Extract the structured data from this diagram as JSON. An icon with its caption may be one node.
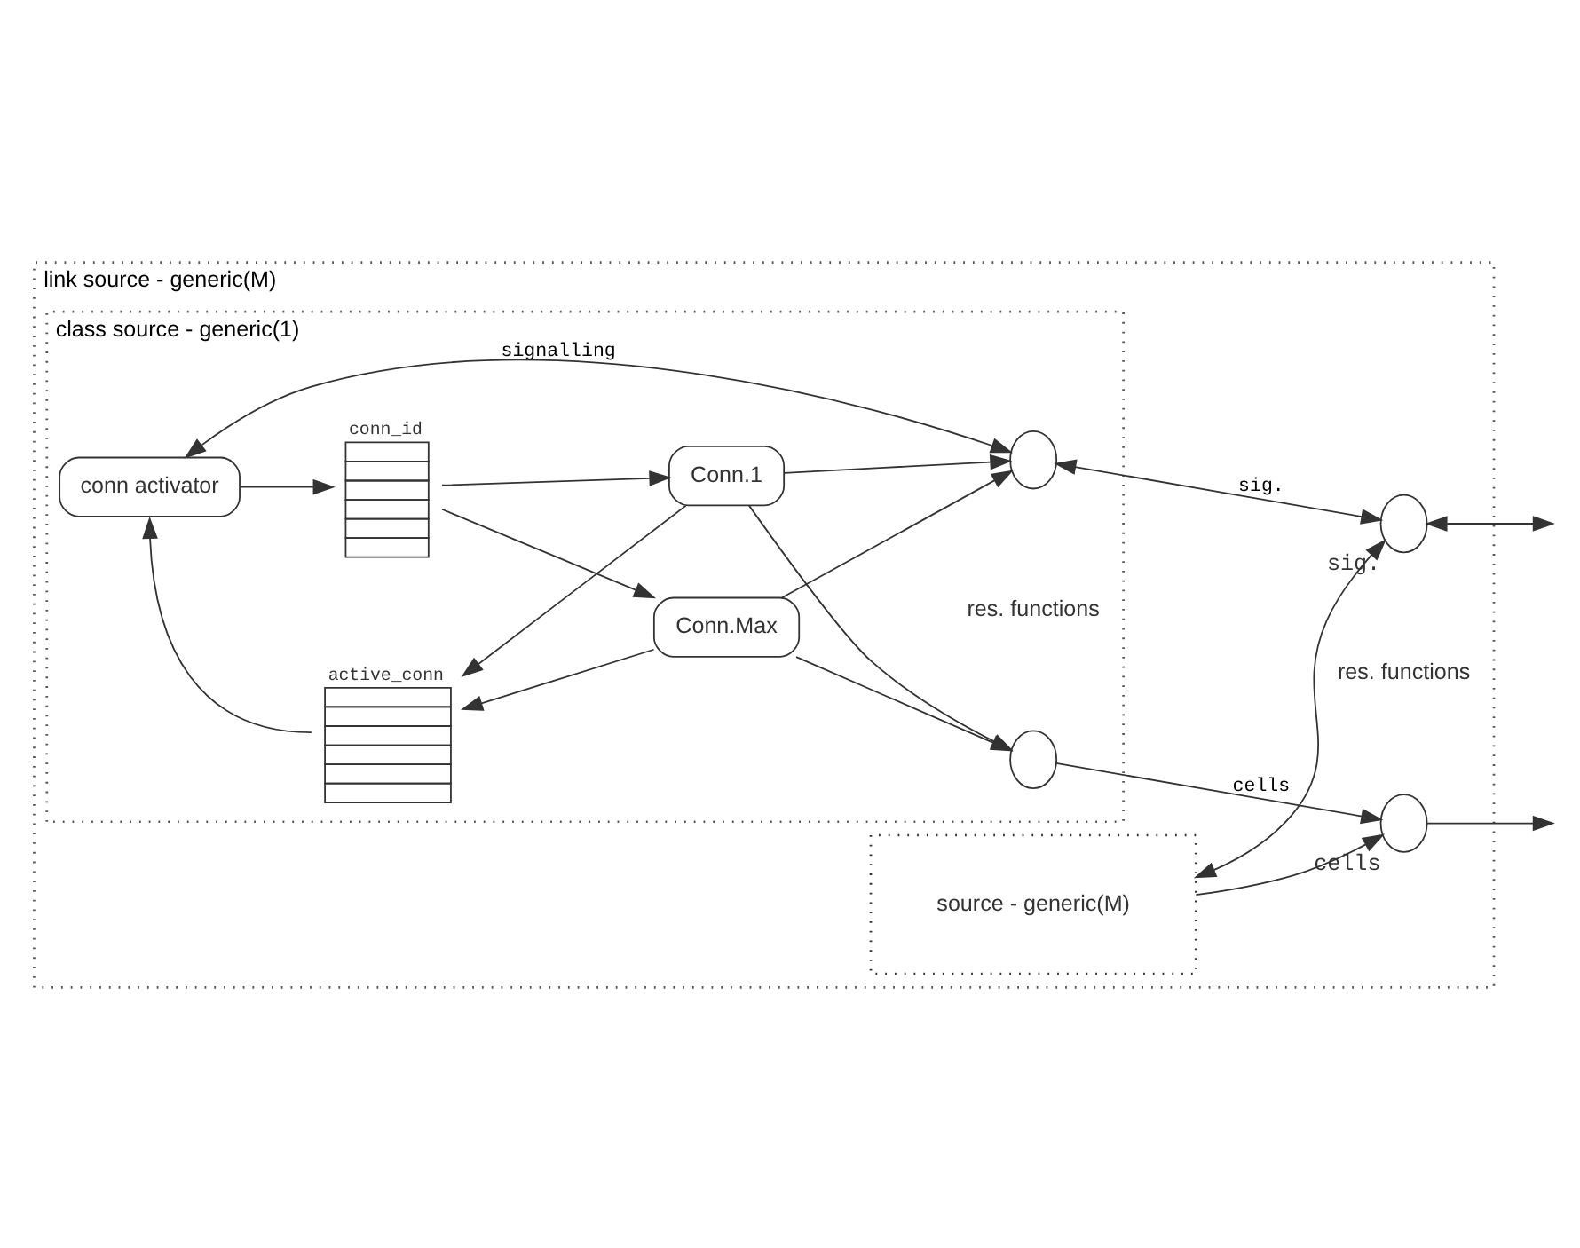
{
  "diagram": {
    "nodes": [
      {
        "text": [
          "link source - generic(M)"
        ]
      },
      {
        "text": [
          "class source - generic(1)"
        ],
        "in": 0
      },
      {
        "text": [
          "conn activator"
        ],
        "in": 1
      },
      {
        "text": [
          "conn_id"
        ],
        "in": 1
      },
      {
        "text": [
          "active_conn"
        ],
        "in": 1
      },
      {
        "text": [
          "Conn.1"
        ],
        "in": 1
      },
      {
        "text": [
          "Conn.Max"
        ],
        "in": 1
      },
      {
        "text": [],
        "shape": "circle",
        "in": 1
      },
      {
        "text": [],
        "shape": "circle",
        "in": 1
      },
      {
        "text": [
          "source - generic(M)"
        ],
        "in": 0
      },
      {
        "text": [],
        "shape": "circle",
        "in": 0,
        "beside": [
          "sig."
        ]
      },
      {
        "text": [],
        "shape": "circle",
        "in": 0,
        "beside": [
          "cells"
        ]
      }
    ],
    "edges": [
      {
        "from": 7,
        "to": 2,
        "arrow": "both",
        "label": "signalling"
      },
      {
        "from": 2,
        "to": 3,
        "arrow": "to"
      },
      {
        "from": 4,
        "to": 2,
        "arrow": "to"
      },
      {
        "from": 3,
        "to": 5,
        "arrow": "to"
      },
      {
        "from": 3,
        "to": 6,
        "arrow": "to"
      },
      {
        "from": 5,
        "to": 4,
        "arrow": "to"
      },
      {
        "from": 6,
        "to": 4,
        "arrow": "to"
      },
      {
        "from": 5,
        "to": 7,
        "arrow": "to"
      },
      {
        "from": 5,
        "to": 8,
        "arrow": "to"
      },
      {
        "from": 6,
        "to": 7,
        "arrow": "to"
      },
      {
        "from": 6,
        "to": 8,
        "arrow": "to"
      },
      {
        "from": 7,
        "to": 10,
        "arrow": "both",
        "label": "sig."
      },
      {
        "from": 8,
        "to": 11,
        "arrow": "to",
        "label": "cells"
      },
      {
        "from": 9,
        "to": 10,
        "arrow": "both"
      },
      {
        "from": 9,
        "to": 11,
        "arrow": "to"
      },
      {
        "from": 10,
        "to": null,
        "arrow": "both"
      },
      {
        "from": 11,
        "to": null,
        "arrow": "to"
      }
    ],
    "labels": [
      "res. functions",
      "res. functions"
    ]
  }
}
